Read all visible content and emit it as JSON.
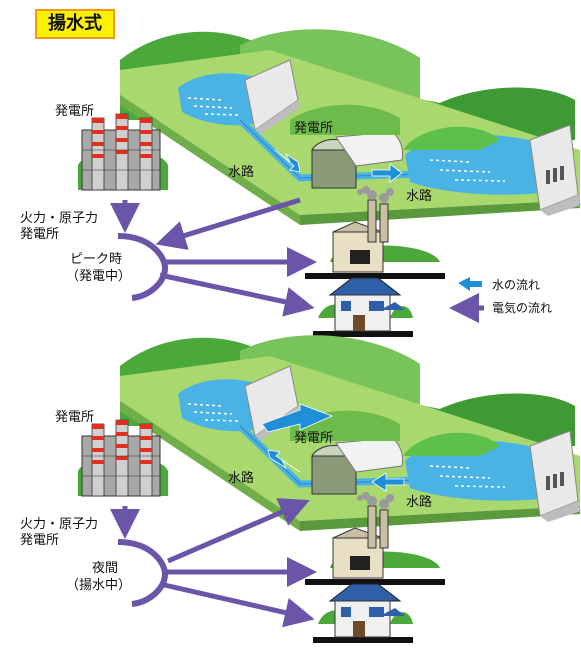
{
  "title": "揚水式",
  "colors": {
    "grass_light": "#a9d86e",
    "grass_dark": "#5cc04a",
    "hill_dark": "#4ba83a",
    "water": "#4ab3e6",
    "arrow_electric": "#6a55a8",
    "arrow_water": "#1f8fd8",
    "plant_red": "#e0301e"
  },
  "panels": [
    {
      "id": "peak",
      "label_power_station": "発電所",
      "label_hydro_station": "発電所",
      "label_waterway_left": "水路",
      "label_waterway_right": "水路",
      "label_thermal_line1": "火力・原子力",
      "label_thermal_line2": "発電所",
      "mode_line1": "ピーク時",
      "mode_line2": "（発電中）"
    },
    {
      "id": "night",
      "label_power_station": "発電所",
      "label_hydro_station": "発電所",
      "label_waterway_left": "水路",
      "label_waterway_right": "水路",
      "label_thermal_line1": "火力・原子力",
      "label_thermal_line2": "発電所",
      "mode_line1": "夜間",
      "mode_line2": "（揚水中）"
    }
  ],
  "legend": {
    "water_flow": "水の流れ",
    "electricity_flow": "電気の流れ"
  }
}
